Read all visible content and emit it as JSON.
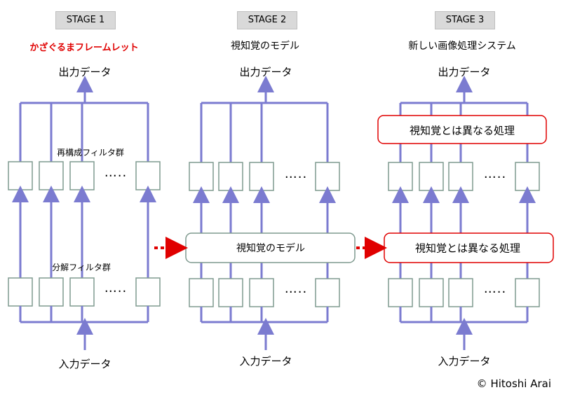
{
  "stages": [
    {
      "tab": "STAGE 1",
      "subtitle": "かざぐるまフレームレット",
      "output_label": "出力データ",
      "input_label": "入力データ",
      "top_filter_label": "再構成フィルタ群",
      "bottom_filter_label": "分解フィルタ群",
      "dots": "….."
    },
    {
      "tab": "STAGE 2",
      "subtitle": "視知覚のモデル",
      "output_label": "出力データ",
      "input_label": "入力データ",
      "middle_box_label": "視知覚のモデル",
      "dots": "….."
    },
    {
      "tab": "STAGE 3",
      "subtitle": "新しい画像処理システム",
      "output_label": "出力データ",
      "input_label": "入力データ",
      "top_box_label": "視知覚とは異なる処理",
      "middle_box_label": "視知覚とは異なる処理",
      "dots": "….."
    }
  ],
  "colors": {
    "line": "#7b7bd0",
    "filter_box_border": "#7f9a8f",
    "model_box_border": "#7f9a8f",
    "red_box_border": "#e00000",
    "red_arrow": "#e00000",
    "subtitle_red": "#e00000",
    "tab_bg": "#d9d9d9"
  },
  "copyright": "© Hitoshi Arai"
}
